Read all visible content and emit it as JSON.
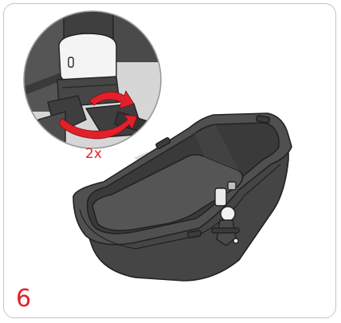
{
  "step": {
    "number": "6"
  },
  "callout": {
    "repeat_label": "2x"
  },
  "colors": {
    "accent": "#e3202a",
    "bassinet_dark": "#4a4a4a",
    "bassinet_mid": "#5c5c5c",
    "outline": "#222222",
    "frame_border": "#c4c4c4",
    "magnifier_fill": "#d9d9d9"
  },
  "icons": [
    "bassinet-illustration",
    "rotate-arrow-icon",
    "magnifier-callout"
  ]
}
